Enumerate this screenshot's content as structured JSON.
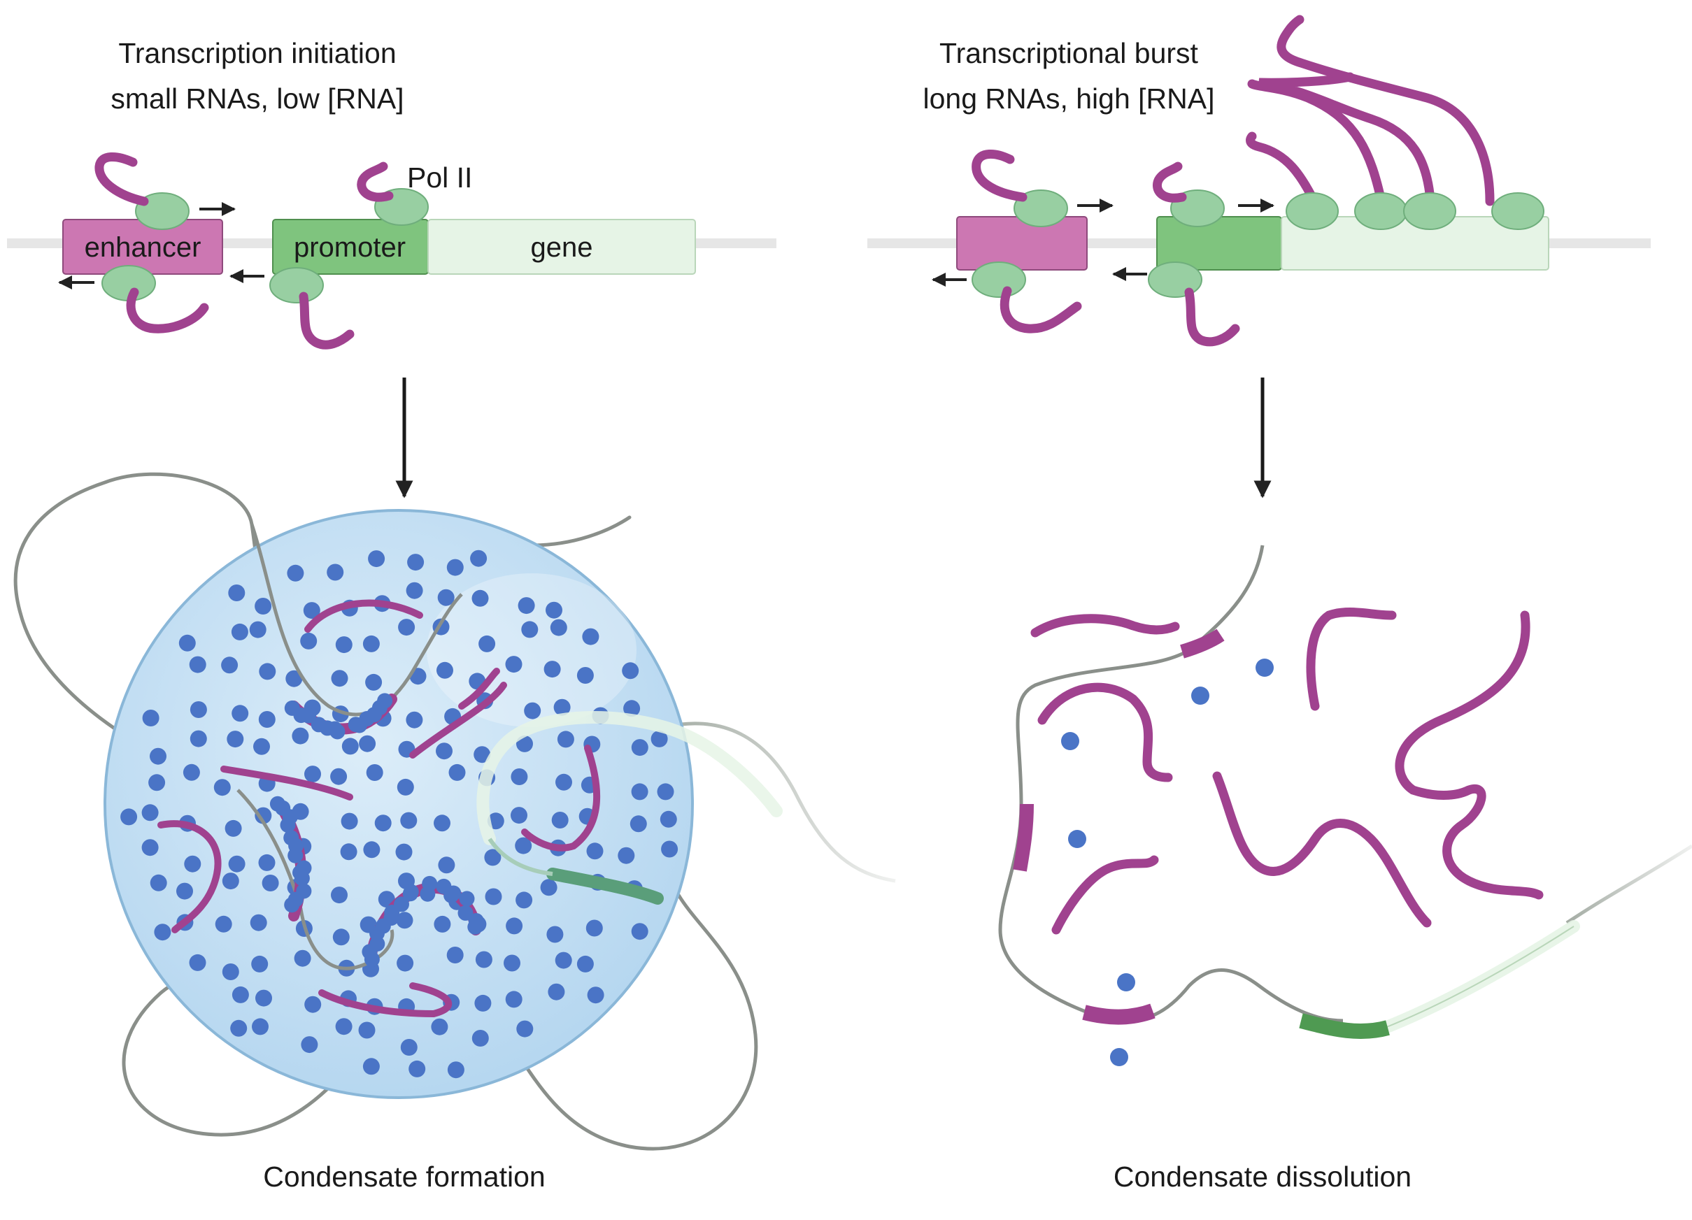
{
  "left_panel": {
    "title_line1": "Transcription initiation",
    "title_line2": "small RNAs, low [RNA]",
    "polymerase_label": "Pol II",
    "enhancer_label": "enhancer",
    "promoter_label": "promoter",
    "gene_label": "gene",
    "caption": "Condensate formation"
  },
  "right_panel": {
    "title_line1": "Transcriptional burst",
    "title_line2": "long RNAs, high [RNA]",
    "caption": "Condensate dissolution"
  },
  "colors": {
    "rna": "#a0428f",
    "enhancer": "#cc77b2",
    "promoter": "#7fc47e",
    "gene": "#e6f4e6",
    "pol_ii": "#98cfa2",
    "condensate": "#c8e2f4",
    "protein_dot": "#4a74c6",
    "dna_strand": "#8a8f8a"
  }
}
